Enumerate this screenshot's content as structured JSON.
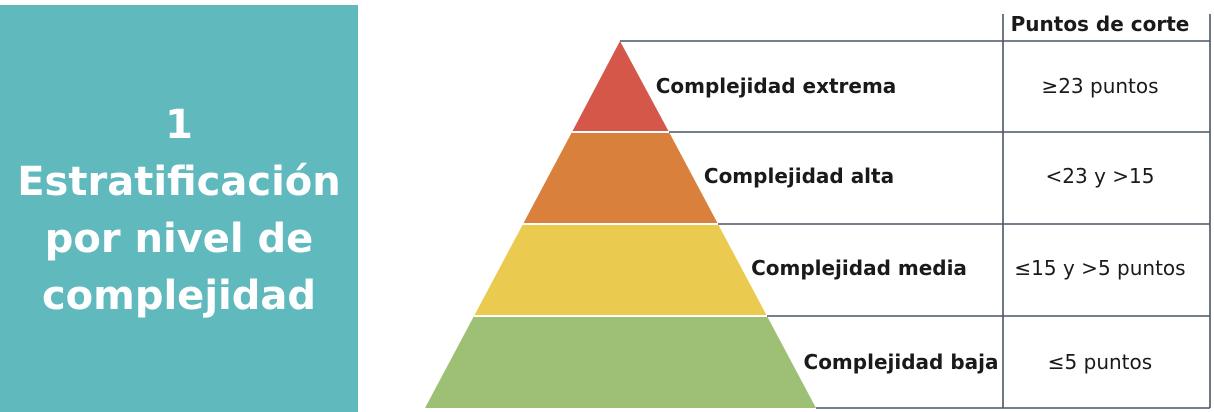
{
  "panel": {
    "title_lines": [
      "1",
      "Estratificación",
      "por nivel de",
      "complejidad"
    ],
    "background": "#5fb9bd"
  },
  "table": {
    "header": "Puntos de corte"
  },
  "levels": [
    {
      "name": "Complejidad extrema",
      "cutoff": "≥23 puntos",
      "color": "#d4574a"
    },
    {
      "name": "Complejidad alta",
      "cutoff": "<23 y >15",
      "color": "#d9803c"
    },
    {
      "name": "Complejidad media",
      "cutoff": "≤15 y >5 puntos",
      "color": "#ebca50"
    },
    {
      "name": "Complejidad baja",
      "cutoff": "≤5 puntos",
      "color": "#9dc075"
    }
  ]
}
